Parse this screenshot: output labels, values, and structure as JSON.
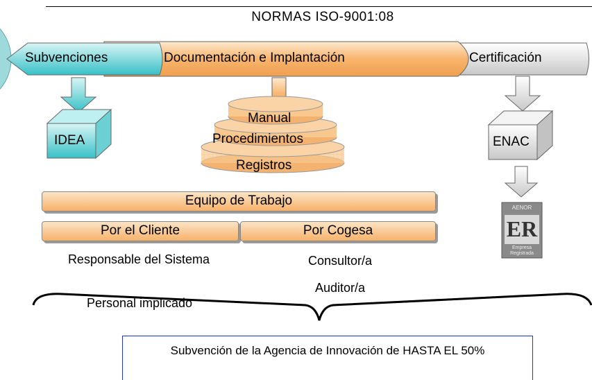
{
  "title": "NORMAS ISO-9001:08",
  "process": {
    "subvenciones": "Subvenciones",
    "documentacion": "Documentación e Implantación",
    "certificacion": "Certificación"
  },
  "nodes": {
    "idea": "IDEA",
    "enac": "ENAC",
    "logo_top": "AENOR",
    "logo_mark": "ER",
    "logo_bottom": "Empresa Registrada"
  },
  "stack": [
    "Manual",
    "Procedimientos",
    "Registros"
  ],
  "team": {
    "equipo": "Equipo de Trabajo",
    "cliente": "Por el Cliente",
    "cogesa": "Por Cogesa",
    "responsable": "Responsable del Sistema",
    "personal": "Personal implicado",
    "consultor": "Consultor/a",
    "auditor": "Auditor/a"
  },
  "callout": "Subvención de la Agencia de Innovación de HASTA EL 50%",
  "colors": {
    "orange": "#f7b26a",
    "teal": "#3fc3c8",
    "gray": "#bdbdbd"
  }
}
